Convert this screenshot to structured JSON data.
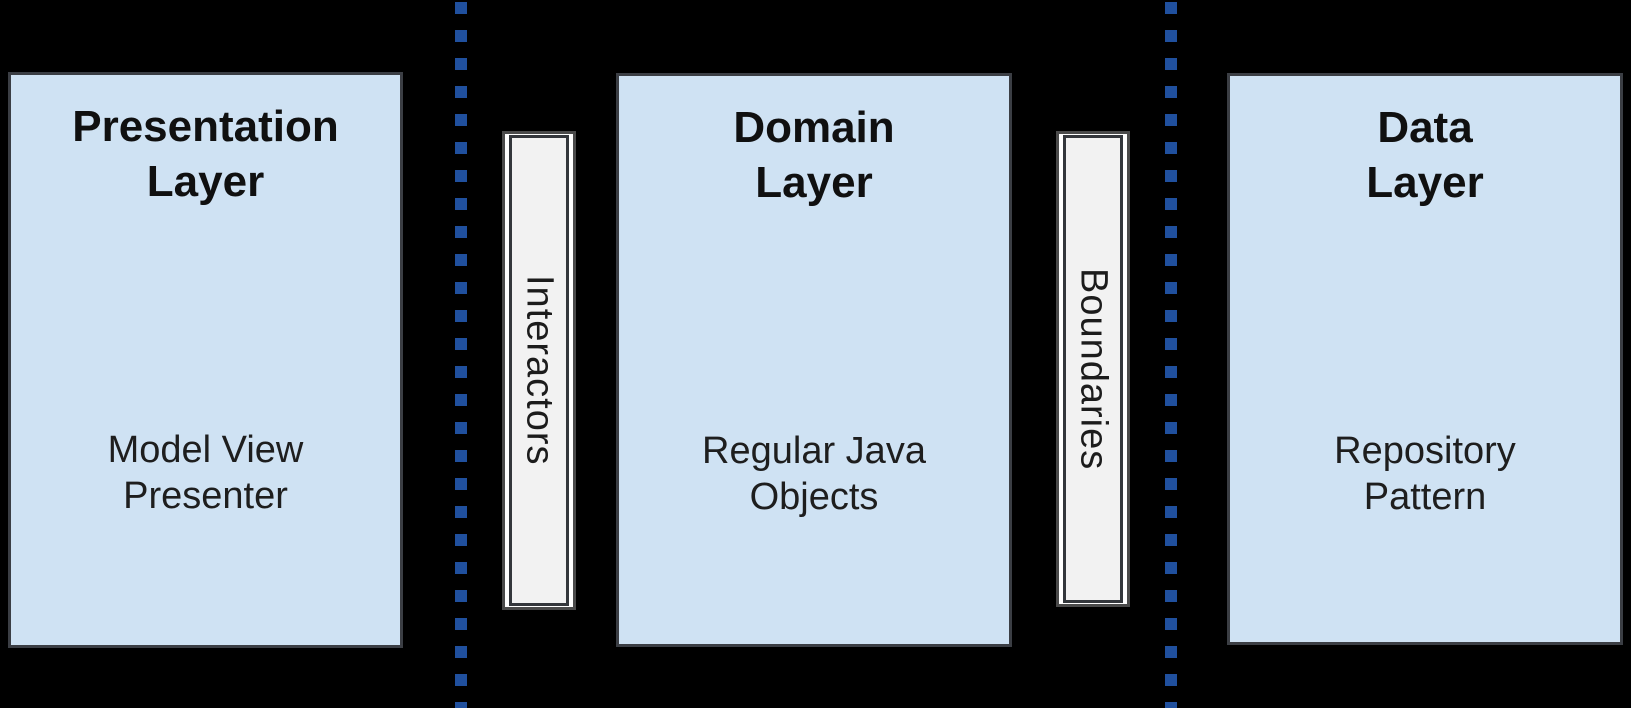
{
  "colors": {
    "background": "#000000",
    "layer_box_fill": "#cfe2f3",
    "layer_box_border": "#3b3e44",
    "connector_bar_fill": "#f2f2f2",
    "connector_bar_back": "#ffffff",
    "divider_dot": "#20509e",
    "title_text": "#101010",
    "body_text": "#1e1e1e"
  },
  "layers": [
    {
      "id": "presentation",
      "title": "Presentation\nLayer",
      "subtitle": "Model View\nPresenter"
    },
    {
      "id": "domain",
      "title": "Domain\nLayer",
      "subtitle": "Regular Java\nObjects"
    },
    {
      "id": "data",
      "title": "Data\nLayer",
      "subtitle": "Repository\nPattern"
    }
  ],
  "connectors": [
    {
      "id": "interactors",
      "label": "Interactors"
    },
    {
      "id": "boundaries",
      "label": "Boundaries"
    }
  ]
}
